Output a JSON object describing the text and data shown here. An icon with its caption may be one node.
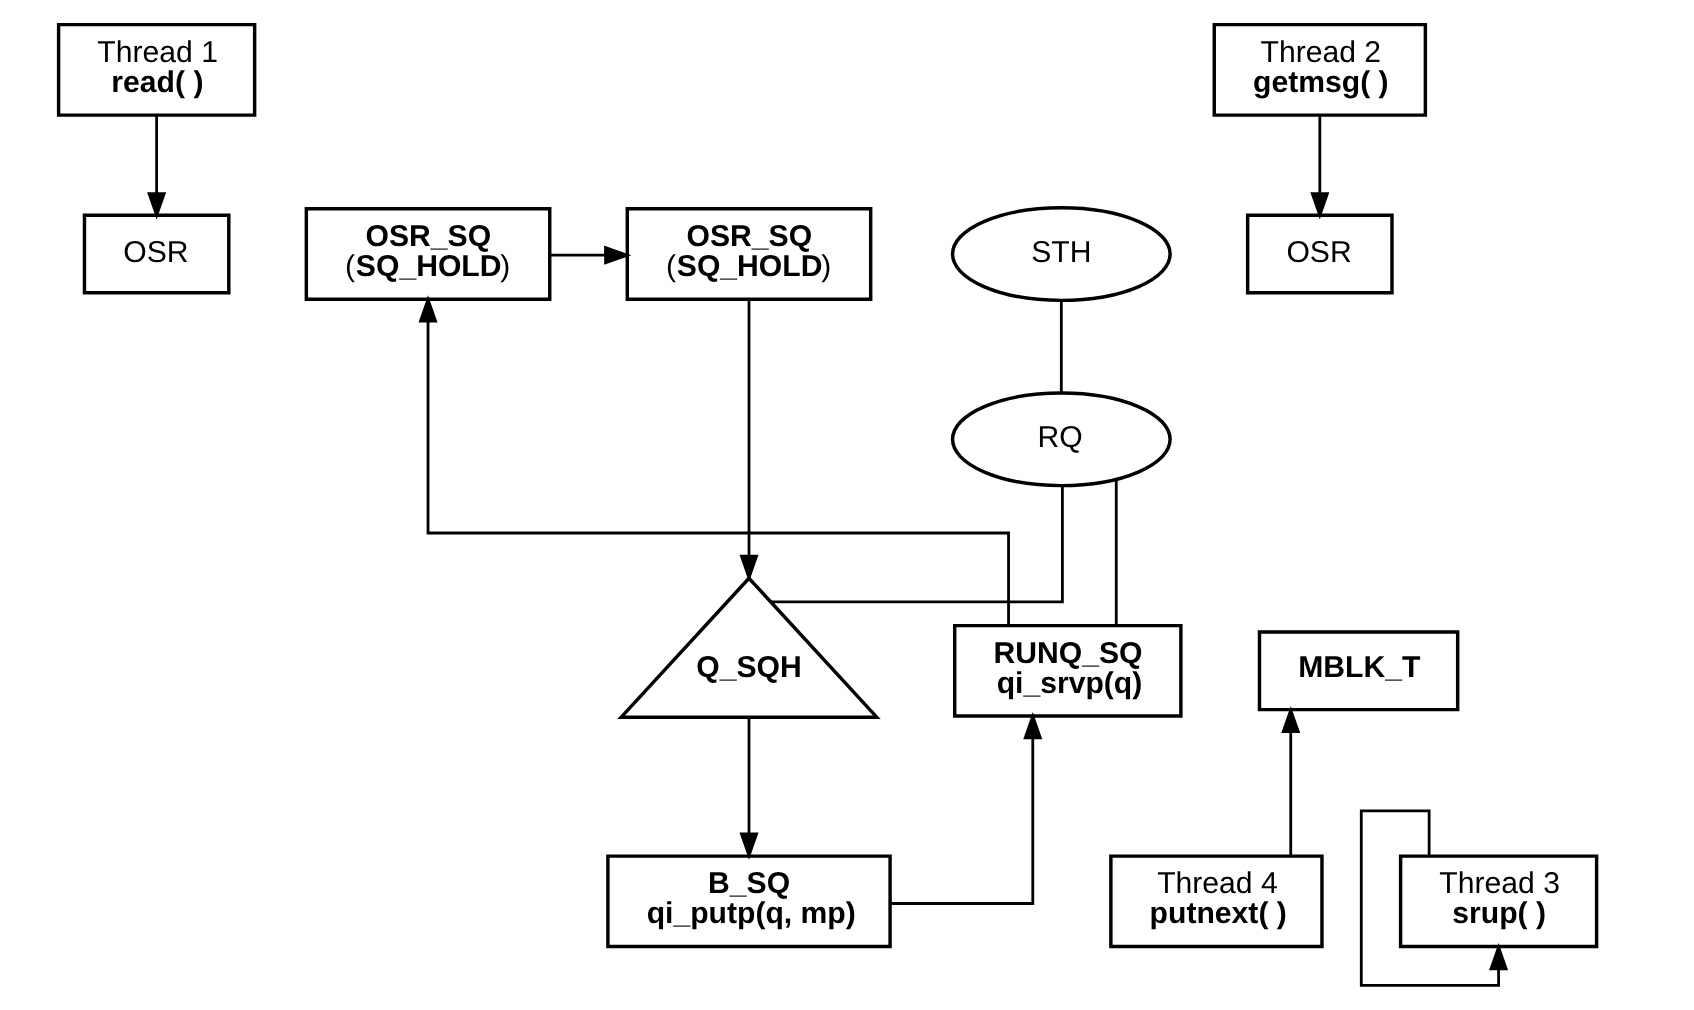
{
  "diagram": {
    "nodes": [
      {
        "text": [
          "Thread 1",
          "read( )"
        ]
      },
      {
        "text": [
          "OSR"
        ]
      },
      {
        "text": [
          "OSR_SQ",
          "(**SQ_HOLD**)"
        ]
      },
      {
        "text": [
          "Thread 2",
          "getmsg( )"
        ]
      },
      {
        "text": [
          "OSR_SQ",
          "(**SQ_HOLD**)"
        ]
      },
      {
        "text": [
          "OSR"
        ]
      },
      {
        "text": [
          "STH"
        ]
      },
      {
        "text": [
          "RQ"
        ]
      },
      {
        "text": [
          "RUNQ_SQ",
          "qi_srvp(q)"
        ]
      },
      {
        "text": [
          "Q_SQH"
        ]
      },
      {
        "text": [
          "MBLK_T"
        ]
      },
      {
        "text": [
          "B_SQ",
          "qi_putp(q, mp)"
        ]
      },
      {
        "text": [
          "Thread 3",
          "srup( )"
        ]
      },
      {
        "text": [
          "Thread 4",
          "putnext( )"
        ]
      }
    ],
    "edges": [
      {
        "from": 0,
        "to": 1,
        "arrow": "to"
      },
      {
        "from": 2,
        "to": 4,
        "arrow": "to"
      },
      {
        "from": 3,
        "to": 5,
        "arrow": "to"
      },
      {
        "from": 6,
        "to": 7,
        "arrow": "none"
      },
      {
        "from": 7,
        "to": 8,
        "arrow": "none"
      },
      {
        "from": 7,
        "to": 9,
        "arrow": "none"
      },
      {
        "from": 8,
        "to": 2,
        "arrow": "to"
      },
      {
        "from": 4,
        "to": 9,
        "arrow": "to"
      },
      {
        "from": 9,
        "to": 11,
        "arrow": "to"
      },
      {
        "from": 11,
        "to": 8,
        "arrow": "to"
      },
      {
        "from": 13,
        "to": 10,
        "arrow": "to"
      },
      {
        "from": 12,
        "to": 12,
        "arrow": "to"
      }
    ]
  }
}
